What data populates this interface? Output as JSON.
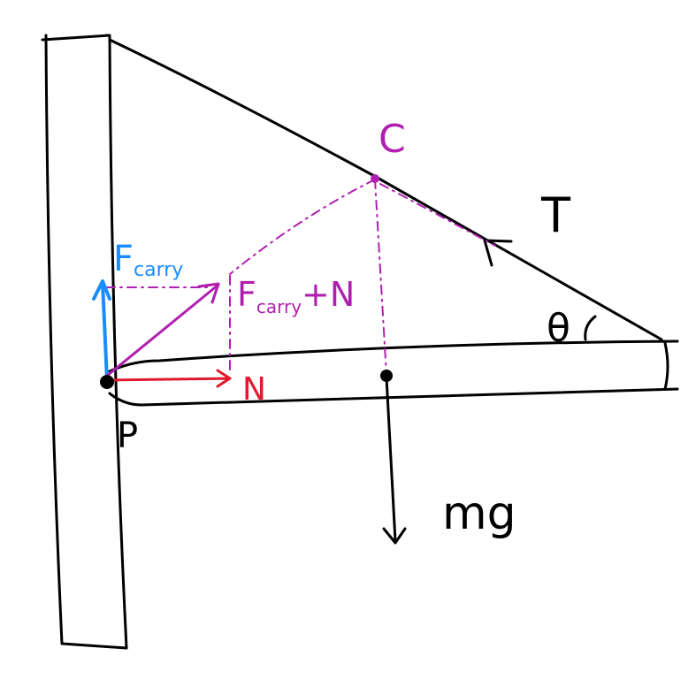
{
  "colors": {
    "ink": "#000000",
    "carry": "#1a8cff",
    "combined": "#b01fb0",
    "normal": "#e0192d"
  },
  "labels": {
    "point_c": "C",
    "tension": "T",
    "angle": "θ",
    "f_carry": "F",
    "f_carry_sub": "carry",
    "f_sum_main": "F",
    "f_sum_sub": "carry",
    "f_sum_tail": "+N",
    "normal": "N",
    "pivot": "P",
    "weight": "mg"
  }
}
